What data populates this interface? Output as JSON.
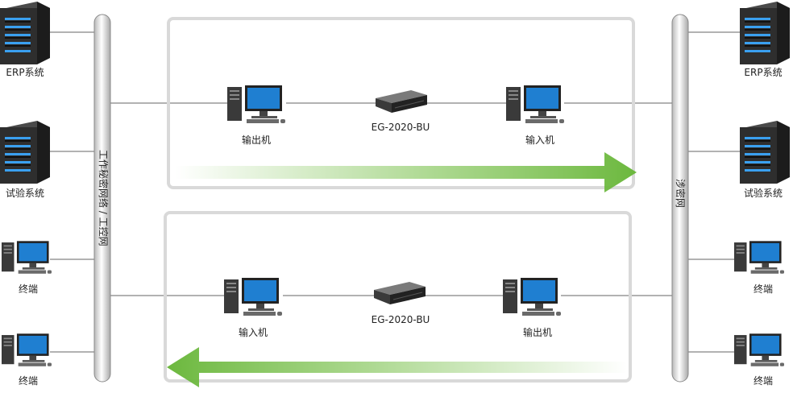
{
  "left_bus_label": "工作秘密网络 / 工控网",
  "right_bus_label": "涉密网",
  "left_nodes": [
    {
      "type": "server",
      "label": "ERP系统"
    },
    {
      "type": "server",
      "label": "试验系统"
    },
    {
      "type": "pc",
      "label": "终端"
    },
    {
      "type": "pc",
      "label": "终端"
    }
  ],
  "right_nodes": [
    {
      "type": "server",
      "label": "ERP系统"
    },
    {
      "type": "server",
      "label": "试验系统"
    },
    {
      "type": "pc",
      "label": "终端"
    },
    {
      "type": "pc",
      "label": "终端"
    }
  ],
  "channel_top": {
    "left_host": "输出机",
    "device": "EG-2020-BU",
    "right_host": "输入机",
    "direction": "left-to-right"
  },
  "channel_bottom": {
    "left_host": "输入机",
    "device": "EG-2020-BU",
    "right_host": "输出机",
    "direction": "right-to-left"
  },
  "colors": {
    "arrow_green": "#78c04a",
    "frame_gray": "#d9d9d9",
    "screen_blue": "#1f7fd1",
    "server_dark": "#2a2a2a",
    "server_led_blue": "#3aa0f0"
  }
}
